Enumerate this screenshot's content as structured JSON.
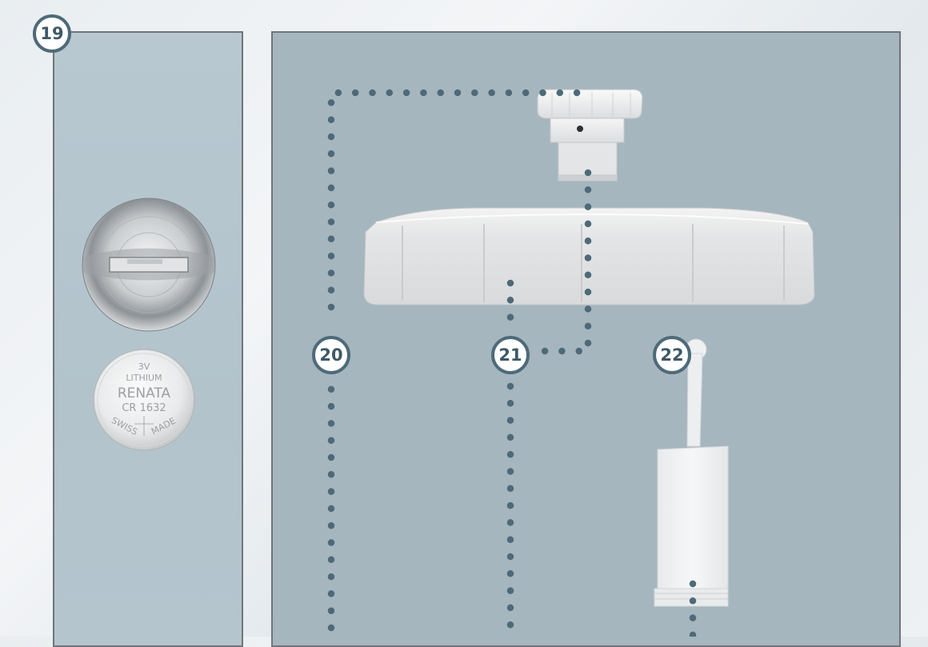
{
  "callouts": {
    "c19": "19",
    "c20": "20",
    "c21": "21",
    "c22": "22"
  },
  "battery": {
    "voltage": "3V",
    "type": "LITHIUM",
    "brand": "RENATA",
    "model": "CR 1632",
    "origin_left": "SWISS",
    "origin_right": "MADE"
  },
  "colors": {
    "leader_dots": "#4e6a78",
    "badge_border": "#4e6a78",
    "panel_left": "#b5c5ce",
    "panel_right": "#a5b6bf",
    "panel_border": "#707579"
  }
}
